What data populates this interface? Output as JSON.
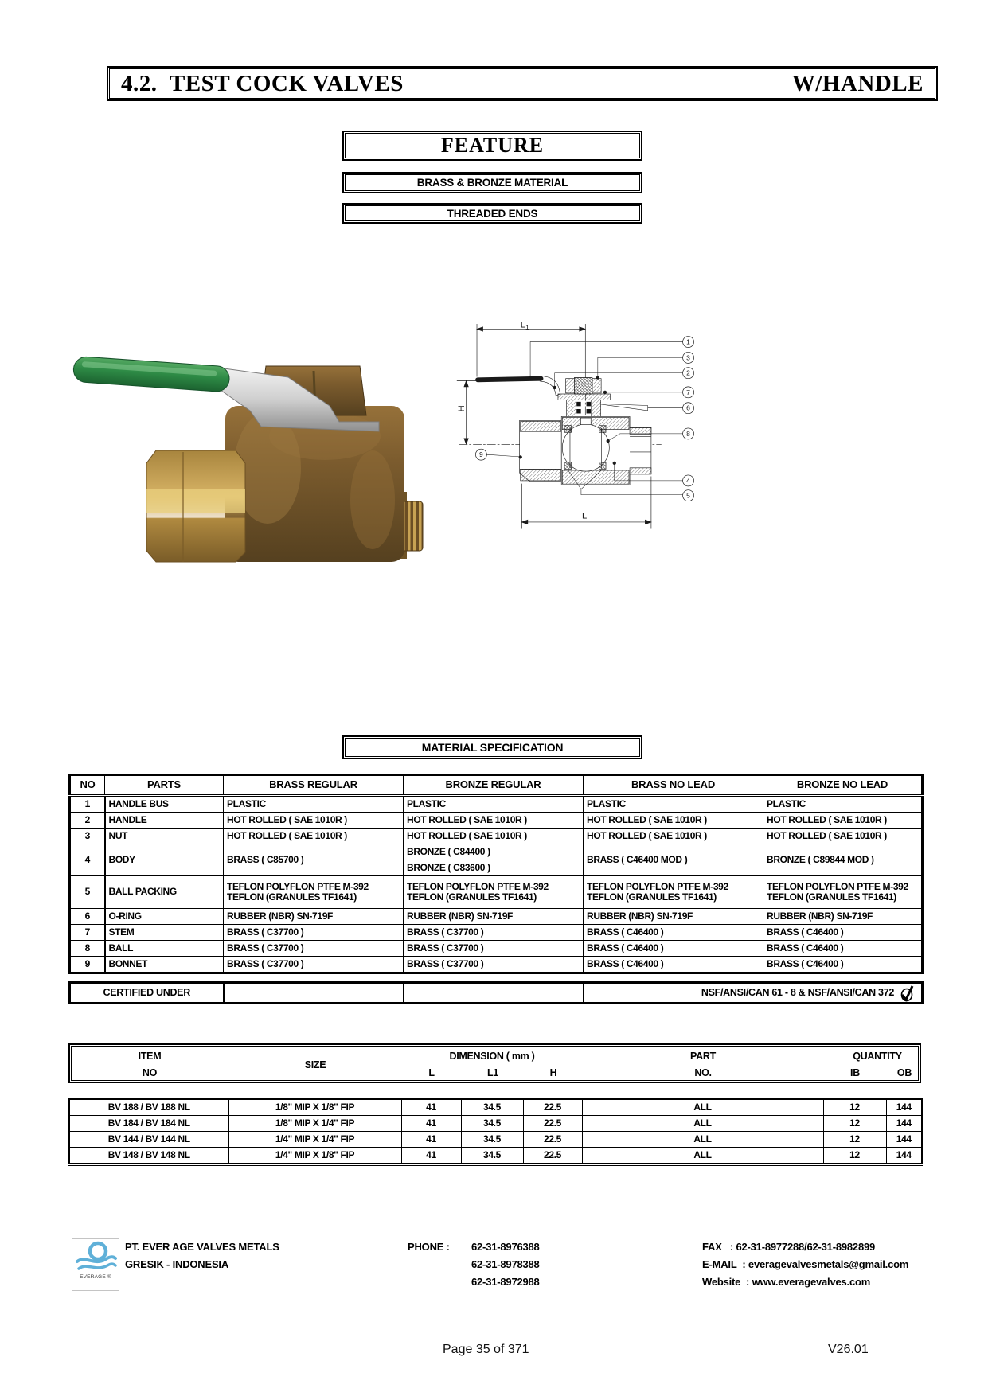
{
  "header": {
    "title": "4.2.  TEST COCK VALVES",
    "right": "W/HANDLE"
  },
  "banners": {
    "feature": "FEATURE",
    "material": "BRASS & BRONZE MATERIAL",
    "ends": "THREADED ENDS",
    "spec_title": "MATERIAL SPECIFICATION"
  },
  "diagram": {
    "dim_l1_main": "L",
    "dim_l1_sub": "1",
    "dim_h": "H",
    "dim_l": "L",
    "callouts": [
      "1",
      "3",
      "2",
      "7",
      "6",
      "8",
      "4",
      "5",
      "9"
    ]
  },
  "spec_table": {
    "headers": [
      "NO",
      "PARTS",
      "BRASS REGULAR",
      "BRONZE REGULAR",
      "BRASS NO LEAD",
      "BRONZE NO LEAD"
    ],
    "rows": [
      {
        "no": "1",
        "part": "HANDLE BUS",
        "cells": [
          "PLASTIC",
          "PLASTIC",
          "PLASTIC",
          "PLASTIC"
        ]
      },
      {
        "no": "2",
        "part": "HANDLE",
        "cells": [
          "HOT ROLLED ( SAE 1010R )",
          "HOT ROLLED ( SAE 1010R )",
          "HOT ROLLED ( SAE 1010R )",
          "HOT ROLLED ( SAE 1010R )"
        ]
      },
      {
        "no": "3",
        "part": "NUT",
        "cells": [
          "HOT ROLLED ( SAE 1010R )",
          "HOT ROLLED ( SAE 1010R )",
          "HOT ROLLED ( SAE 1010R )",
          "HOT ROLLED ( SAE 1010R )"
        ]
      },
      {
        "no": "4",
        "part": "BODY",
        "split": true,
        "cells": [
          "BRASS ( C85700 )",
          [
            "BRONZE ( C84400 )",
            "BRONZE ( C83600 )"
          ],
          "BRASS ( C46400 MOD )",
          "BRONZE ( C89844 MOD )"
        ]
      },
      {
        "no": "5",
        "part": "BALL PACKING",
        "twoline": true,
        "cells": [
          [
            "TEFLON POLYFLON PTFE M-392",
            "TEFLON (GRANULES TF1641)"
          ],
          [
            "TEFLON POLYFLON PTFE M-392",
            "TEFLON (GRANULES TF1641)"
          ],
          [
            "TEFLON POLYFLON PTFE M-392",
            "TEFLON (GRANULES TF1641)"
          ],
          [
            "TEFLON POLYFLON PTFE M-392",
            "TEFLON (GRANULES TF1641)"
          ]
        ]
      },
      {
        "no": "6",
        "part": "O-RING",
        "cells": [
          "RUBBER (NBR) SN-719F",
          "RUBBER (NBR) SN-719F",
          "RUBBER (NBR) SN-719F",
          "RUBBER (NBR) SN-719F"
        ]
      },
      {
        "no": "7",
        "part": "STEM",
        "cells": [
          "BRASS ( C37700 )",
          "BRASS ( C37700 )",
          "BRASS ( C46400 )",
          "BRASS ( C46400 )"
        ]
      },
      {
        "no": "8",
        "part": "BALL",
        "cells": [
          "BRASS ( C37700 )",
          "BRASS ( C37700 )",
          "BRASS ( C46400 )",
          "BRASS ( C46400 )"
        ]
      },
      {
        "no": "9",
        "part": "BONNET",
        "cells": [
          "BRASS ( C37700 )",
          "BRASS ( C37700 )",
          "BRASS ( C46400 )",
          "BRASS ( C46400 )"
        ]
      }
    ],
    "certified_label": "CERTIFIED UNDER",
    "certified_value": "NSF/ANSI/CAN 61 - 8 & NSF/ANSI/CAN 372"
  },
  "item_table": {
    "col_item": "ITEM",
    "col_item2": "NO",
    "col_size": "SIZE",
    "col_dim": "DIMENSION ( mm )",
    "col_l": "L",
    "col_l1": "L1",
    "col_h": "H",
    "col_part": "PART",
    "col_part2": "NO.",
    "col_qty": "QUANTITY",
    "col_ib": "IB",
    "col_ob": "OB",
    "rows": [
      {
        "item": "BV 188 / BV 188 NL",
        "size": "1/8\" MIP X 1/8\" FIP",
        "l": "41",
        "l1": "34.5",
        "h": "22.5",
        "part": "ALL",
        "ib": "12",
        "ob": "144"
      },
      {
        "item": "BV 184 / BV 184 NL",
        "size": "1/8\" MIP X 1/4\" FIP",
        "l": "41",
        "l1": "34.5",
        "h": "22.5",
        "part": "ALL",
        "ib": "12",
        "ob": "144"
      },
      {
        "item": "BV 144 / BV 144 NL",
        "size": "1/4\" MIP X 1/4\" FIP",
        "l": "41",
        "l1": "34.5",
        "h": "22.5",
        "part": "ALL",
        "ib": "12",
        "ob": "144"
      },
      {
        "item": "BV 148 / BV 148 NL",
        "size": "1/4\" MIP X 1/8\" FIP",
        "l": "41",
        "l1": "34.5",
        "h": "22.5",
        "part": "ALL",
        "ib": "12",
        "ob": "144"
      }
    ]
  },
  "footer": {
    "logo_text": "EVERAGE ®",
    "company": "PT. EVER AGE VALVES METALS",
    "city": "GRESIK - INDONESIA",
    "phone_label": "PHONE :",
    "phones": [
      "62-31-8976388",
      "62-31-8978388",
      "62-31-8972988"
    ],
    "fax_line": "FAX   : 62-31-8977288/62-31-8982899",
    "email_line": "E-MAIL  : everagevalvesmetals@gmail.com",
    "web_line": "Website  : www.everagevalves.com"
  },
  "pagefooter": {
    "page": "Page 35 of 371",
    "version": "V26.01"
  },
  "colors": {
    "logo_blue": "#5fb0d8",
    "handle_green": "#2e8b46",
    "brass": "#8a6a38"
  }
}
